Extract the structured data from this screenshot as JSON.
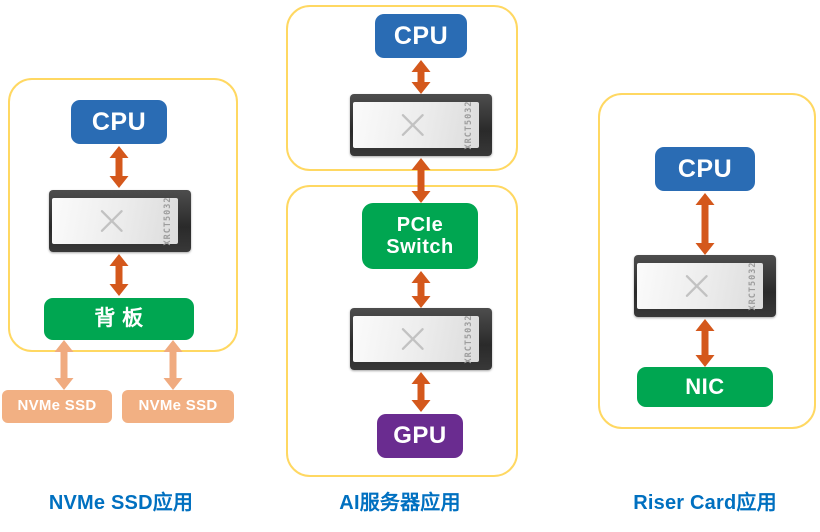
{
  "groups": {
    "nvme": {
      "caption": "NVMe SSD应用",
      "cpu_label": "CPU",
      "chip_label": "XRCT5032",
      "backplane_label": "背 板",
      "ssd_left_label": "NVMe SSD",
      "ssd_right_label": "NVMe SSD"
    },
    "ai": {
      "caption": "AI服务器应用",
      "cpu_label": "CPU",
      "chip_top_label": "XRCT5032",
      "pcie_switch_line1": "PCIe",
      "pcie_switch_line2": "Switch",
      "chip_bottom_label": "XRCT5032",
      "gpu_label": "GPU"
    },
    "riser": {
      "caption": "Riser Card应用",
      "cpu_label": "CPU",
      "chip_label": "XRCT5032",
      "nic_label": "NIC"
    }
  },
  "colors": {
    "cpu_blue": "#2a6cb4",
    "device_green": "#00a651",
    "gpu_purple": "#6a2c90",
    "arrow_orange": "#d4581c",
    "ssd_peach": "#f2b083",
    "ssd_arrow_peach": "#f0ab80",
    "frame_yellow": "#ffd862",
    "caption_blue": "#0070c0",
    "chip_body_gray": "#2a2a2a",
    "chip_text_gray": "#9d9d9d"
  }
}
